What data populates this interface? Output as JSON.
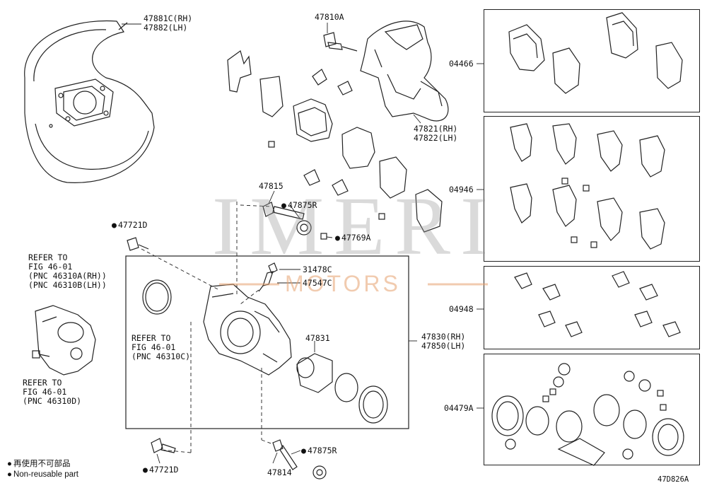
{
  "labels": {
    "shield": "47881C(RH)\n47882(LH)",
    "bolt_top": "47810A",
    "bracket": "47821(RH)\n47822(LH)",
    "group1": "04466",
    "group2": "04946",
    "group3": "04948",
    "group4": "04479A",
    "pin_47815": "47815",
    "boot_47875R_top": "47875R",
    "clip_47769A": "47769A",
    "bolt_47721D_top": "47721D",
    "refer_1": "REFER TO\nFIG 46-01\n(PNC 46310A(RH))\n(PNC 46310B(LH))",
    "refer_2": "REFER TO\nFIG 46-01\n(PNC 46310D)",
    "refer_3": "REFER TO\nFIG 46-01\n(PNC 46310C)",
    "bleeder_cap": "31478C",
    "bleeder": "47547C",
    "piston": "47831",
    "caliper": "47830(RH)\n47850(LH)",
    "boot_47875R_bot": "47875R",
    "pin_47814": "47814",
    "bolt_47721D_bot": "47721D",
    "code": "47D826A"
  },
  "legend": {
    "line1": "再使用不可部品",
    "line2": "Non-reusable part"
  },
  "watermark": {
    "main": "IMERI",
    "sub": "MOTORS"
  }
}
